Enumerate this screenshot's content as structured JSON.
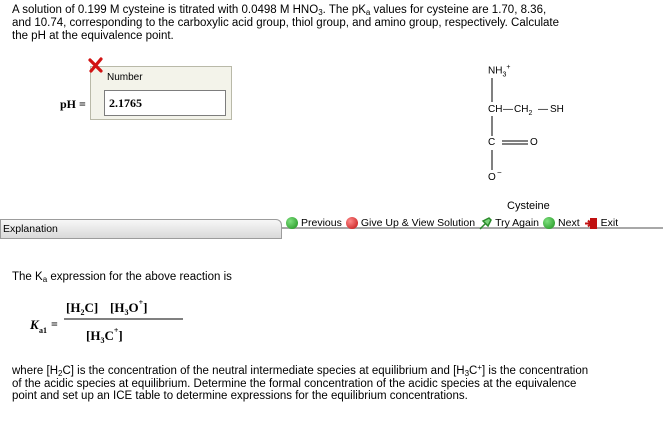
{
  "question": {
    "line1_a": "A solution of 0.199 M cysteine is titrated with 0.0498 M HNO",
    "line1_sub": "3",
    "line1_b": ". The pK",
    "line1_sub2": "a",
    "line1_c": " values for cysteine are 1.70, 8.36,",
    "line2": "and 10.74, corresponding to the carboxylic acid group, thiol group, and amino group, respectively. Calculate",
    "line3": "the pH at the equivalence point."
  },
  "answer": {
    "label": "pH =",
    "box_title": "Number",
    "value": "2.1765",
    "status": "incorrect"
  },
  "molecule": {
    "top": "NH",
    "top_sub": "3",
    "top_sup": "+",
    "ch": "CH",
    "dash1": "—",
    "ch2": "CH",
    "ch2_sub": "2",
    "dash2": "—",
    "sh": "SH",
    "c": "C",
    "o": "O",
    "o_minus": "O",
    "minus": "−",
    "name": "Cysteine"
  },
  "toolbar": {
    "explanation_tab": "Explanation",
    "previous": "Previous",
    "give_up": "Give Up & View Solution",
    "try_again": "Try Again",
    "next": "Next",
    "exit": "Exit"
  },
  "explanation": {
    "p1_a": "The K",
    "p1_sub": "a",
    "p1_b": " expression for the above reaction is",
    "k_label": "K",
    "k_sub": "a1",
    "k_eq": "=",
    "num_1": "[H",
    "num_1_sub": "2",
    "num_1_b": "C]",
    "num_2": "[H",
    "num_2_sub": "3",
    "num_2_b": "O",
    "num_2_sup": "+",
    "num_2_c": "]",
    "den": "[H",
    "den_sub": "3",
    "den_b": "C",
    "den_sup": "+",
    "den_c": "]",
    "p2_a": "where [H",
    "p2_sub1": "2",
    "p2_b": "C] is the concentration of the neutral intermediate species at equilibrium and [H",
    "p2_sub2": "3",
    "p2_c": "C",
    "p2_sup": "+",
    "p2_d": "] is the concentration",
    "p2_line2": "of the acidic species at equilibrium. Determine the formal concentration of the acidic species at the equivalence",
    "p2_line3": "point and set up an ICE table to determine expressions for the equilibrium concentrations."
  },
  "colors": {
    "green": "#1b8f1b",
    "red": "#c01010",
    "panel": "#f3f3ea"
  }
}
